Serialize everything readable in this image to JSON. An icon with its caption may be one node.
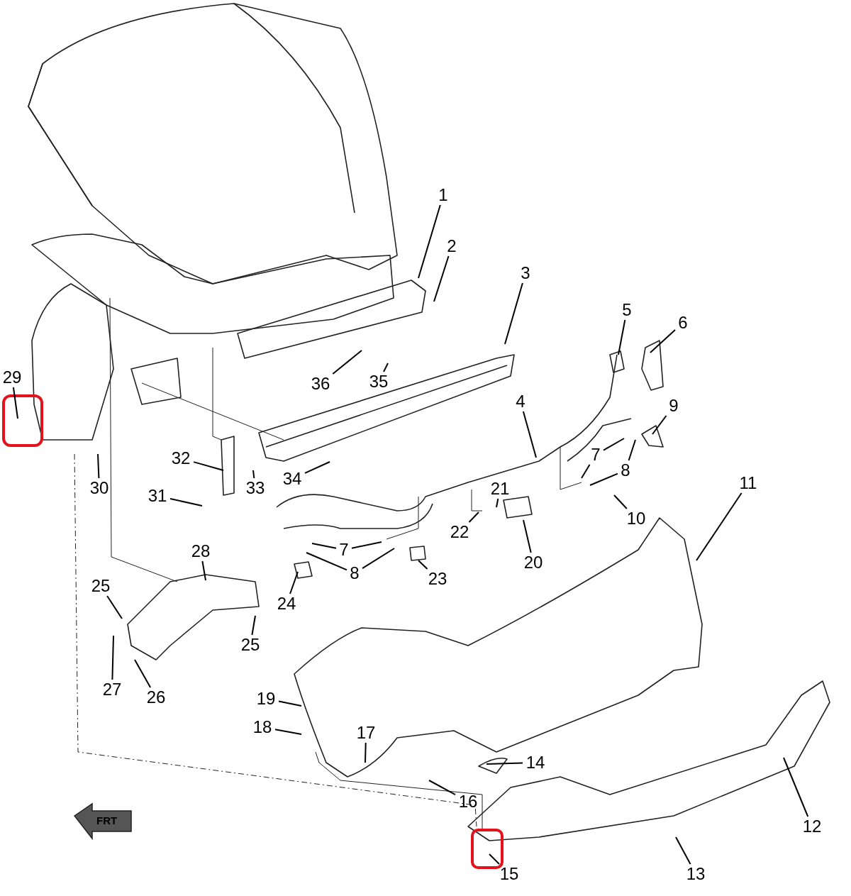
{
  "diagram": {
    "nodes": [
      {
        "text": [
          "1"
        ]
      },
      {
        "text": [
          "2"
        ]
      },
      {
        "text": [
          "3"
        ]
      },
      {
        "text": [
          "5"
        ]
      },
      {
        "text": [
          "6"
        ]
      },
      {
        "text": [
          "9"
        ]
      },
      {
        "text": [
          "36"
        ]
      },
      {
        "text": [
          "35"
        ]
      },
      {
        "text": [
          "29"
        ]
      },
      {
        "text": [
          "4"
        ]
      },
      {
        "text": [
          "7"
        ]
      },
      {
        "text": [
          "8"
        ]
      },
      {
        "text": [
          "34"
        ]
      },
      {
        "text": [
          "32"
        ]
      },
      {
        "text": [
          "33"
        ]
      },
      {
        "text": [
          "31"
        ]
      },
      {
        "text": [
          "30"
        ]
      },
      {
        "text": [
          "11"
        ]
      },
      {
        "text": [
          "21"
        ]
      },
      {
        "text": [
          "22"
        ]
      },
      {
        "text": [
          "10"
        ]
      },
      {
        "text": [
          "20"
        ]
      },
      {
        "text": [
          "7"
        ]
      },
      {
        "text": [
          "8"
        ]
      },
      {
        "text": [
          "23"
        ]
      },
      {
        "text": [
          "28"
        ]
      },
      {
        "text": [
          "25"
        ]
      },
      {
        "text": [
          "24"
        ]
      },
      {
        "text": [
          "25"
        ]
      },
      {
        "text": [
          "27"
        ]
      },
      {
        "text": [
          "26"
        ]
      },
      {
        "text": [
          "19"
        ]
      },
      {
        "text": [
          "18"
        ]
      },
      {
        "text": [
          "17"
        ]
      },
      {
        "text": [
          "14"
        ]
      },
      {
        "text": [
          "16"
        ]
      },
      {
        "text": [
          "12"
        ]
      },
      {
        "text": [
          "15"
        ]
      },
      {
        "text": [
          "13"
        ]
      }
    ],
    "edges": [
      {
        "from": 0,
        "to": null,
        "arrow": "none"
      },
      {
        "from": 1,
        "to": null,
        "arrow": "none"
      },
      {
        "from": 2,
        "to": null,
        "arrow": "none"
      },
      {
        "from": 3,
        "to": null,
        "arrow": "none"
      },
      {
        "from": 4,
        "to": null,
        "arrow": "none"
      },
      {
        "from": 5,
        "to": null,
        "arrow": "none"
      },
      {
        "from": 6,
        "to": null,
        "arrow": "none"
      },
      {
        "from": 7,
        "to": null,
        "arrow": "none"
      },
      {
        "from": 8,
        "to": null,
        "arrow": "none"
      },
      {
        "from": 9,
        "to": null,
        "arrow": "none"
      },
      {
        "from": 10,
        "to": null,
        "arrow": "none"
      },
      {
        "from": 10,
        "to": null,
        "arrow": "none"
      },
      {
        "from": 11,
        "to": null,
        "arrow": "none"
      },
      {
        "from": 11,
        "to": null,
        "arrow": "none"
      },
      {
        "from": 12,
        "to": null,
        "arrow": "none"
      },
      {
        "from": 13,
        "to": null,
        "arrow": "none"
      },
      {
        "from": 14,
        "to": null,
        "arrow": "none"
      },
      {
        "from": 15,
        "to": null,
        "arrow": "none"
      },
      {
        "from": 16,
        "to": null,
        "arrow": "none"
      },
      {
        "from": 17,
        "to": null,
        "arrow": "none"
      },
      {
        "from": 18,
        "to": null,
        "arrow": "none"
      },
      {
        "from": 19,
        "to": null,
        "arrow": "none"
      },
      {
        "from": 20,
        "to": null,
        "arrow": "none"
      },
      {
        "from": 21,
        "to": null,
        "arrow": "none"
      },
      {
        "from": 22,
        "to": null,
        "arrow": "none"
      },
      {
        "from": 22,
        "to": null,
        "arrow": "none"
      },
      {
        "from": 23,
        "to": null,
        "arrow": "none"
      },
      {
        "from": 23,
        "to": null,
        "arrow": "none"
      },
      {
        "from": 24,
        "to": null,
        "arrow": "none"
      },
      {
        "from": 25,
        "to": null,
        "arrow": "none"
      },
      {
        "from": 26,
        "to": null,
        "arrow": "none"
      },
      {
        "from": 27,
        "to": null,
        "arrow": "none"
      },
      {
        "from": 28,
        "to": null,
        "arrow": "none"
      },
      {
        "from": 29,
        "to": null,
        "arrow": "none"
      },
      {
        "from": 30,
        "to": null,
        "arrow": "none"
      },
      {
        "from": 31,
        "to": null,
        "arrow": "none"
      },
      {
        "from": 32,
        "to": null,
        "arrow": "none"
      },
      {
        "from": 33,
        "to": null,
        "arrow": "none"
      },
      {
        "from": 34,
        "to": null,
        "arrow": "none"
      },
      {
        "from": 35,
        "to": null,
        "arrow": "none"
      },
      {
        "from": 36,
        "to": null,
        "arrow": "none"
      },
      {
        "from": 37,
        "to": null,
        "arrow": "none"
      },
      {
        "from": 38,
        "to": null,
        "arrow": "none"
      }
    ],
    "labels": [
      "FRT"
    ]
  }
}
